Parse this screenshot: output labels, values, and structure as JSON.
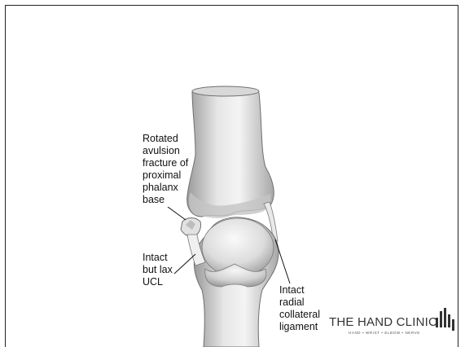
{
  "labels": {
    "avulsion": "Rotated\navulsion\nfracture of\nproximal\nphalanx\nbase",
    "ucl": "Intact\nbut lax\nUCL",
    "radial": "Intact\nradial\ncollateral\nligament"
  },
  "logo": {
    "name": "THE HAND CLINIC",
    "tagline": "HAND • WRIST • ELBOW • NERVE"
  },
  "colors": {
    "bone_light": "#f2f2f2",
    "bone_mid": "#c9c9c9",
    "bone_dark": "#8a8a8a",
    "outline": "#6e6e6e"
  }
}
